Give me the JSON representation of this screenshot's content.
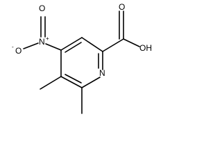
{
  "labels": {
    "oxygen_top": "O",
    "nitrogen_nitro": "N",
    "plus_sign": "+",
    "oxygen_left": "O",
    "minus_sign": "-",
    "oxygen_carbonyl": "O",
    "hydroxyl": "OH",
    "nitrogen_ring": "N"
  }
}
